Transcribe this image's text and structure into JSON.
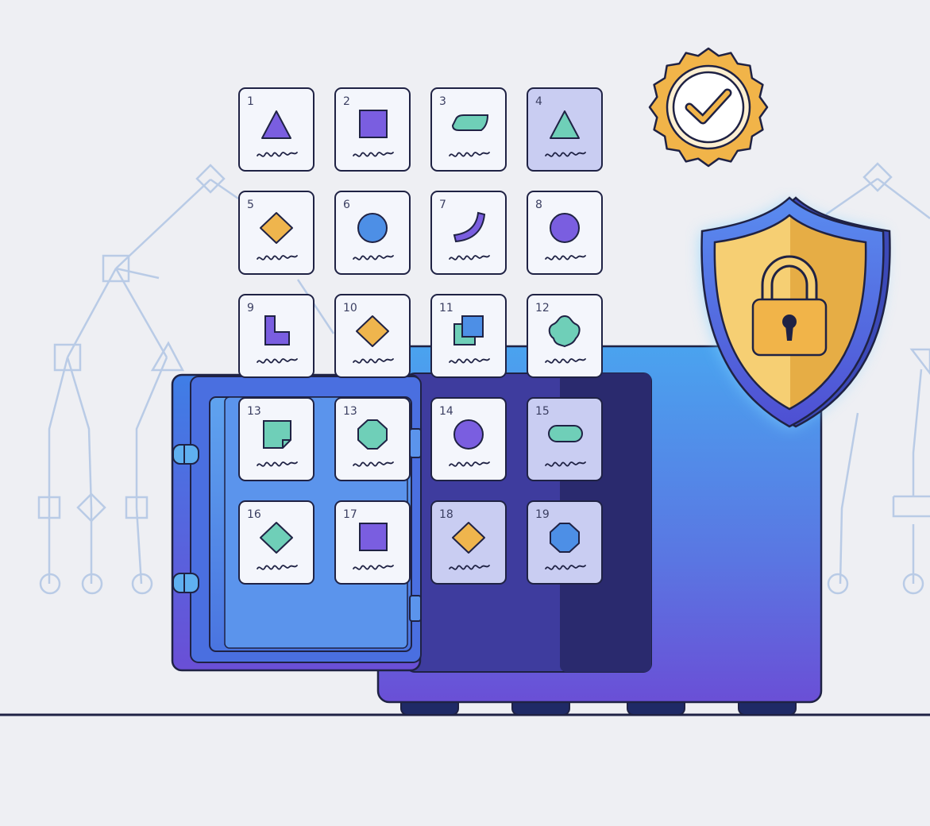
{
  "colors": {
    "background": "#eeeff3",
    "outline": "#1f2244",
    "tile": "#f4f6fc",
    "tile_tinted": "#c9cdf2",
    "purple": "#7a5ee0",
    "blue": "#4d8fe6",
    "teal": "#6fcfb8",
    "gold": "#efb54d",
    "safe_blue": "#4f7fe6",
    "safe_purple": "#6a4fd6",
    "circuit": "#b9cbe6"
  },
  "icons": {
    "badge": "check-badge-icon",
    "shield": "shield-lock-icon",
    "safe": "safe-icon"
  },
  "tiles": [
    {
      "number": "1",
      "shape": "triangle",
      "color": "purple",
      "tinted": false
    },
    {
      "number": "2",
      "shape": "square",
      "color": "purple",
      "tinted": false
    },
    {
      "number": "3",
      "shape": "parallelogram",
      "color": "teal",
      "tinted": false
    },
    {
      "number": "4",
      "shape": "triangle",
      "color": "teal",
      "tinted": true
    },
    {
      "number": "5",
      "shape": "diamond",
      "color": "gold",
      "tinted": false
    },
    {
      "number": "6",
      "shape": "circle",
      "color": "blue",
      "tinted": false
    },
    {
      "number": "7",
      "shape": "arc",
      "color": "purple",
      "tinted": false
    },
    {
      "number": "8",
      "shape": "circle",
      "color": "purple",
      "tinted": false
    },
    {
      "number": "9",
      "shape": "l-shape",
      "color": "purple",
      "tinted": false
    },
    {
      "number": "10",
      "shape": "diamond",
      "color": "gold",
      "tinted": false
    },
    {
      "number": "11",
      "shape": "stacked",
      "color": "blue",
      "tinted": false
    },
    {
      "number": "12",
      "shape": "blob",
      "color": "teal",
      "tinted": false
    },
    {
      "number": "13",
      "shape": "folded-square",
      "color": "teal",
      "tinted": false
    },
    {
      "number": "13",
      "shape": "octagon",
      "color": "teal",
      "tinted": false
    },
    {
      "number": "14",
      "shape": "circle",
      "color": "purple",
      "tinted": false
    },
    {
      "number": "15",
      "shape": "pill",
      "color": "teal",
      "tinted": true
    },
    {
      "number": "16",
      "shape": "diamond",
      "color": "teal",
      "tinted": false
    },
    {
      "number": "17",
      "shape": "square",
      "color": "purple",
      "tinted": false
    },
    {
      "number": "18",
      "shape": "diamond",
      "color": "gold",
      "tinted": true
    },
    {
      "number": "19",
      "shape": "octagon",
      "color": "blue",
      "tinted": true
    }
  ]
}
